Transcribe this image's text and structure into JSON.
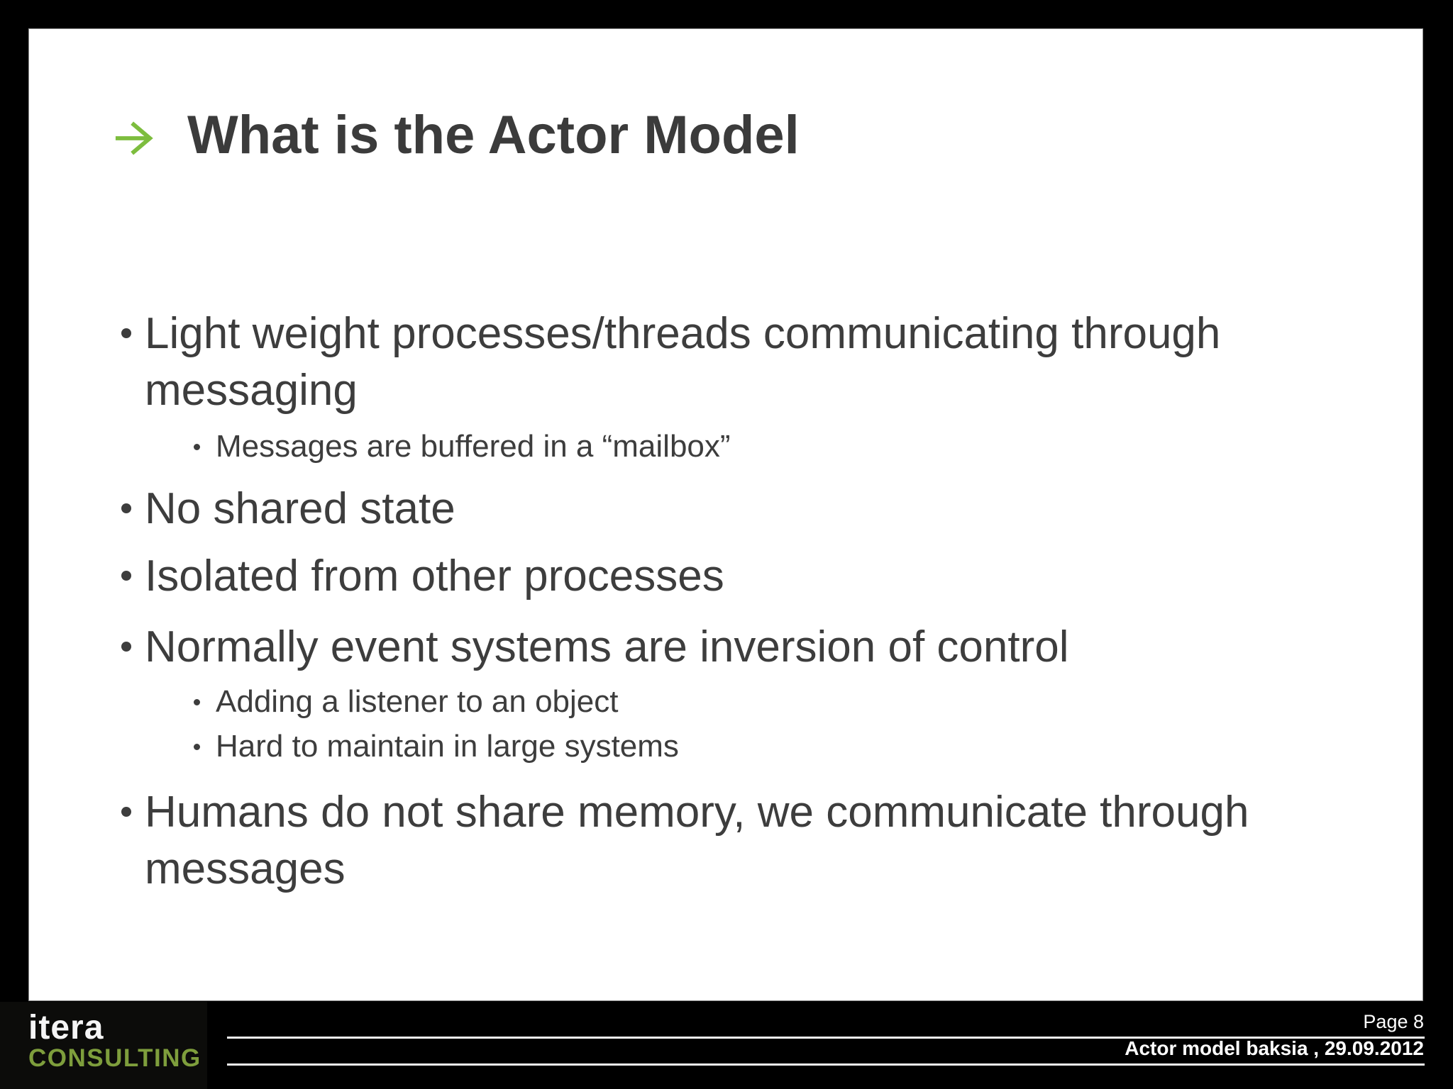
{
  "slide": {
    "title": "What is the Actor Model",
    "bullets": [
      {
        "level": 1,
        "text": "Light weight processes/threads communicating through messaging"
      },
      {
        "level": 2,
        "text": "Messages are buffered in a “mailbox”"
      },
      {
        "level": 1,
        "text": "No shared state"
      },
      {
        "level": 1,
        "text": "Isolated from other processes"
      },
      {
        "level": 1,
        "text": "Normally event systems are inversion of control"
      },
      {
        "level": 2,
        "text": "Adding a listener to an object"
      },
      {
        "level": 2,
        "text": "Hard to maintain in large systems"
      },
      {
        "level": 1,
        "text": "Humans do not share memory, we communicate through messages"
      }
    ]
  },
  "footer": {
    "logo_primary": "itera",
    "logo_secondary": "CONSULTING",
    "page_label": "Page 8",
    "doc_label": "Actor model baksia , 29.09.2012"
  },
  "icons": {
    "title_arrow": "arrow-right"
  },
  "colors": {
    "accent_green": "#7DBD3E",
    "logo_green": "#7E9E3C",
    "body_text": "#3D3D3D",
    "title_text": "#3B3B3B",
    "slide_bg": "#FFFFFF",
    "frame_bg": "#000000",
    "footer_text": "#FFFFFF"
  }
}
